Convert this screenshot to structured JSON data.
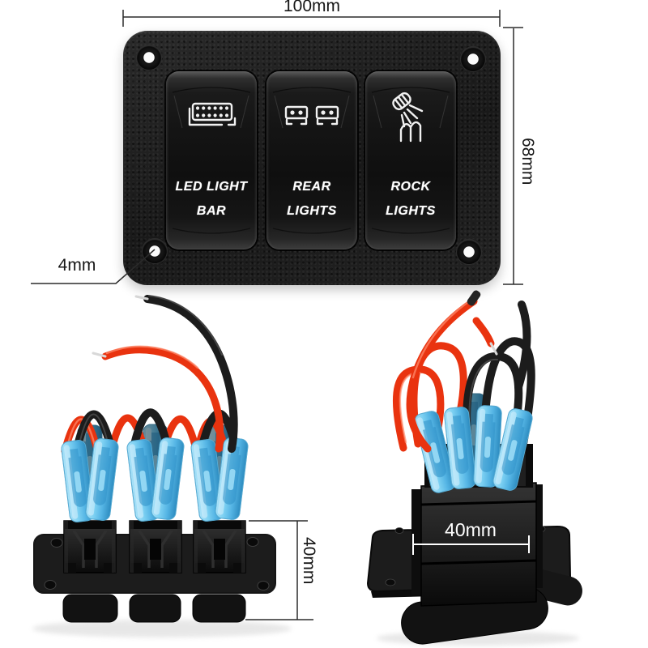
{
  "page": {
    "background_color": "#ffffff"
  },
  "top_view": {
    "name": "rocker switch panel front view",
    "panel_color": "#1f1f1f",
    "dim_width_label": "100mm",
    "dim_height_label": "68mm",
    "dim_hole_label": "4mm",
    "switches": [
      {
        "icon": "led-light-bar-icon",
        "label_line1": "LED LIGHT",
        "label_line2": "BAR"
      },
      {
        "icon": "rear-lights-icon",
        "label_line1": "REAR",
        "label_line2": "LIGHTS"
      },
      {
        "icon": "rock-lights-icon",
        "label_line1": "ROCK",
        "label_line2": "LIGHTS"
      }
    ]
  },
  "rear_view": {
    "name": "panel rear wiring view",
    "dim_height_label": "40mm",
    "wire_red_color": "#e9330f",
    "wire_black_color": "#1c1c1c",
    "connector_blue_color": "#7cd0f2"
  },
  "side_view": {
    "name": "panel side wiring view",
    "dim_width_label": "40mm"
  }
}
